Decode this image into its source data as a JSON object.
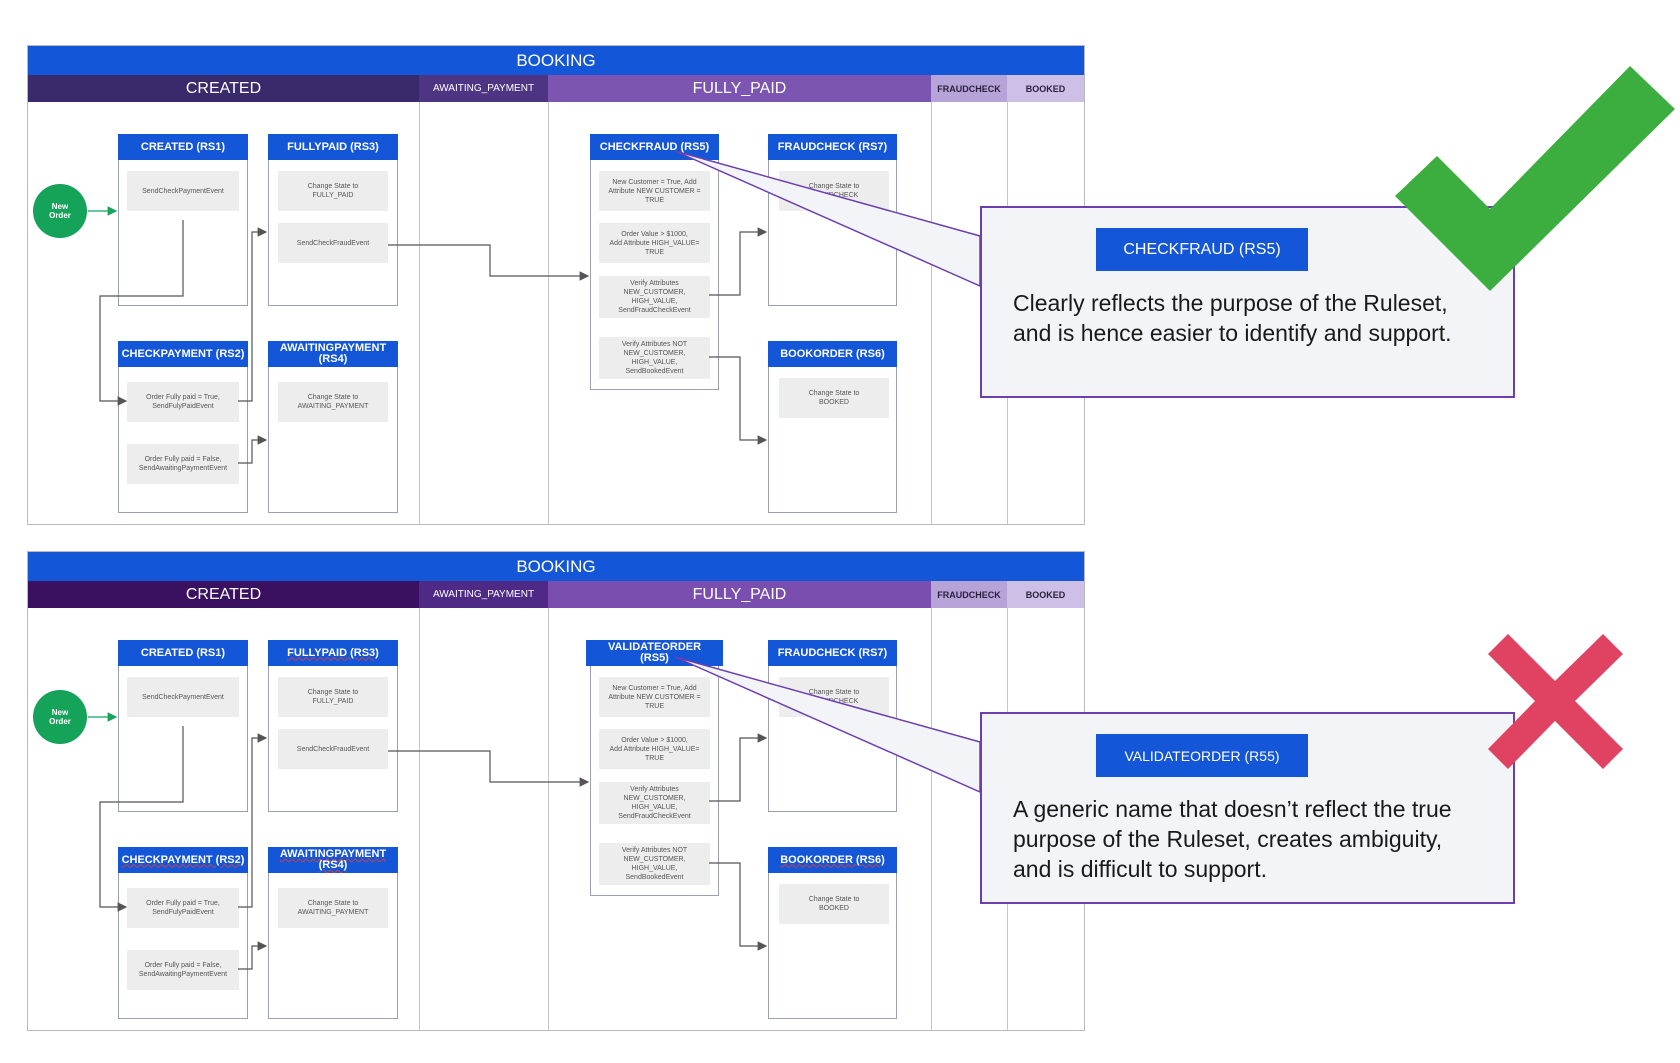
{
  "diagrams": [
    {
      "booking_label": "BOOKING",
      "stages": [
        "CREATED",
        "AWAITING_PAYMENT",
        "FULLY_PAID",
        "FRAUDCHECK",
        "BOOKED"
      ],
      "start_node": "New\nOrder",
      "rulesets": {
        "rs1": {
          "title": "CREATED (RS1)",
          "rules": [
            "SendCheckPaymentEvent"
          ]
        },
        "rs2": {
          "title": "CHECKPAYMENT (RS2)",
          "rules": [
            "Order Fully paid = True,\nSendFulyPaidEvent",
            "Order Fully paid = False,\nSendAwaitingPaymentEvent"
          ]
        },
        "rs3": {
          "title": "FULLYPAID (RS3)",
          "rules": [
            "Change State to\nFULLY_PAID",
            "SendCheckFraudEvent"
          ]
        },
        "rs4": {
          "title": "AWAITINGPAYMENT\n(RS4)",
          "rules": [
            "Change State to\nAWAITING_PAYMENT"
          ]
        },
        "rs5": {
          "title": "CHECKFRAUD (RS5)",
          "rules": [
            "New Customer = True, Add\nAttribute NEW CUSTOMER =\nTRUE",
            "Order Value > $1000,\nAdd Attribute HIGH_VALUE=\nTRUE",
            "Verify Attributes\nNEW_CUSTOMER,\nHIGH_VALUE,\nSendFraudCheckEvent",
            "Verify Attributes NOT\nNEW_CUSTOMER,\nHIGH_VALUE,\nSendBookedEvent"
          ]
        },
        "rs6": {
          "title": "BOOKORDER (RS6)",
          "rules": [
            "Change State to\nBOOKED"
          ]
        },
        "rs7": {
          "title": "FRAUDCHECK (RS7)",
          "rules": [
            "Change State to\nFRAUDCHECK"
          ]
        }
      },
      "callout": {
        "tag": "CHECKFRAUD (RS5)",
        "text": "Clearly reflects the purpose of the Ruleset, and is hence easier to identify and support."
      },
      "verdict_icon": "check-mark-icon",
      "verdict_color": "#3cae3f"
    },
    {
      "booking_label": "BOOKING",
      "stages": [
        "CREATED",
        "AWAITING_PAYMENT",
        "FULLY_PAID",
        "FRAUDCHECK",
        "BOOKED"
      ],
      "start_node": "New\nOrder",
      "rulesets": {
        "rs1": {
          "title": "CREATED (RS1)",
          "rules": [
            "SendCheckPaymentEvent"
          ]
        },
        "rs2": {
          "title": "CHECKPAYMENT (RS2)",
          "rules": [
            "Order Fully paid = True,\nSendFulyPaidEvent",
            "Order Fully paid = False,\nSendAwaitingPaymentEvent"
          ]
        },
        "rs3": {
          "title": "FULLYPAID (RS3)",
          "rules": [
            "Change State to\nFULLY_PAID",
            "SendCheckFraudEvent"
          ]
        },
        "rs4": {
          "title": "AWAITINGPAYMENT\n(RS4)",
          "rules": [
            "Change State to\nAWAITING_PAYMENT"
          ]
        },
        "rs5": {
          "title": "VALIDATEORDER\n(RS5)",
          "rules": [
            "New Customer = True, Add\nAttribute NEW CUSTOMER =\nTRUE",
            "Order Value > $1000,\nAdd Attribute HIGH_VALUE=\nTRUE",
            "Verify Attributes\nNEW_CUSTOMER,\nHIGH_VALUE,\nSendFraudCheckEvent",
            "Verify Attributes NOT\nNEW_CUSTOMER,\nHIGH_VALUE,\nSendBookedEvent"
          ]
        },
        "rs6": {
          "title": "BOOKORDER (RS6)",
          "rules": [
            "Change State to\nBOOKED"
          ]
        },
        "rs7": {
          "title": "FRAUDCHECK (RS7)",
          "rules": [
            "Change State to\nFRAUDCHECK"
          ]
        }
      },
      "callout": {
        "tag": "VALIDATEORDER (R55)",
        "text": "A generic name that doesn’t reflect the true purpose of the Ruleset, creates ambiguity, and is difficult to support."
      },
      "verdict_icon": "cross-mark-icon",
      "verdict_color": "#e04261"
    }
  ]
}
